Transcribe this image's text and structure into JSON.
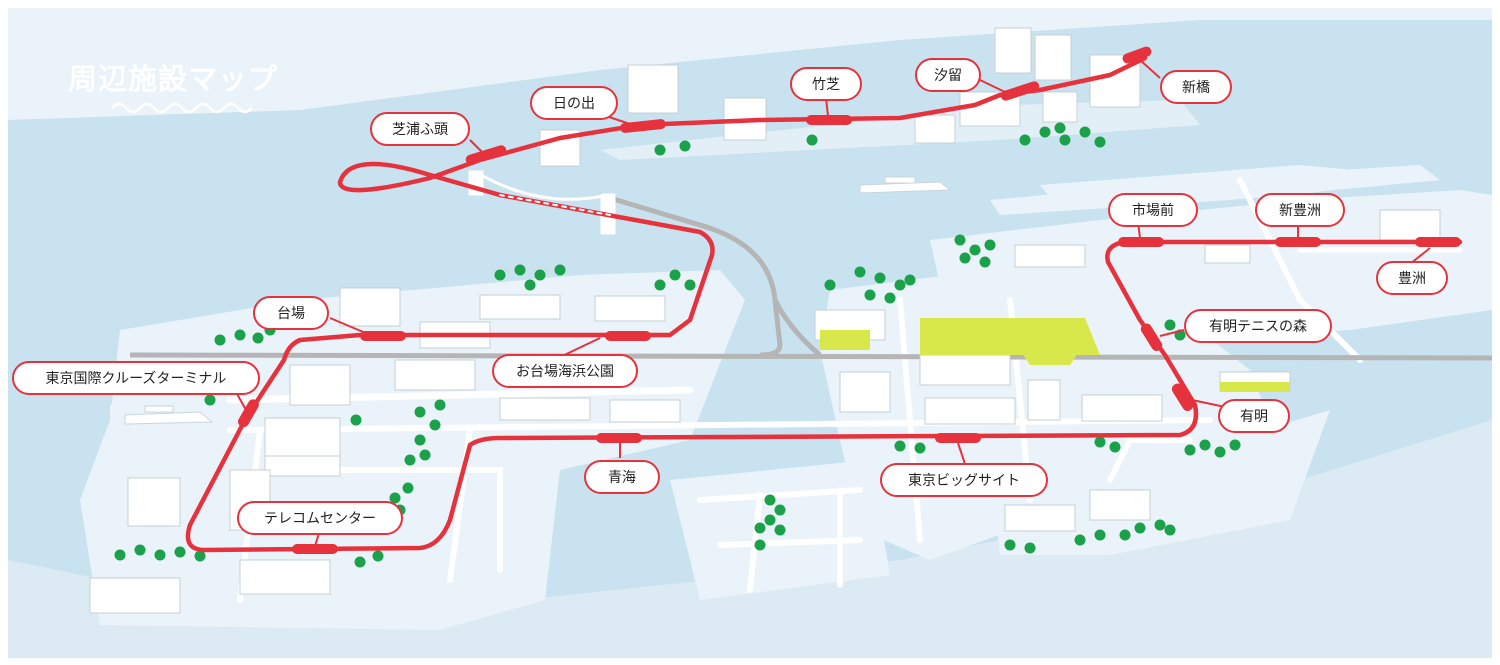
{
  "title": "周辺施設マップ",
  "colors": {
    "line": "#e5323d",
    "water": "#c9e2ef",
    "land": "#e9f3f9",
    "road": "#ffffff",
    "expressway": "#b5b5b5",
    "tree": "#1aa14a"
  },
  "stations": {
    "shimbashi": "新橋",
    "shiodome": "汐留",
    "takeshiba": "竹芝",
    "hinode": "日の出",
    "shibaura_futo": "芝浦ふ頭",
    "odaiba_kaihinkoen": "お台場海浜公園",
    "daiba": "台場",
    "cruise_terminal": "東京国際クルーズターミナル",
    "telecom_center": "テレコムセンター",
    "aomi": "青海",
    "big_sight": "東京ビッグサイト",
    "ariake": "有明",
    "ariake_tennis": "有明テニスの森",
    "shijo_mae": "市場前",
    "shin_toyosu": "新豊洲",
    "toyosu": "豊洲"
  }
}
